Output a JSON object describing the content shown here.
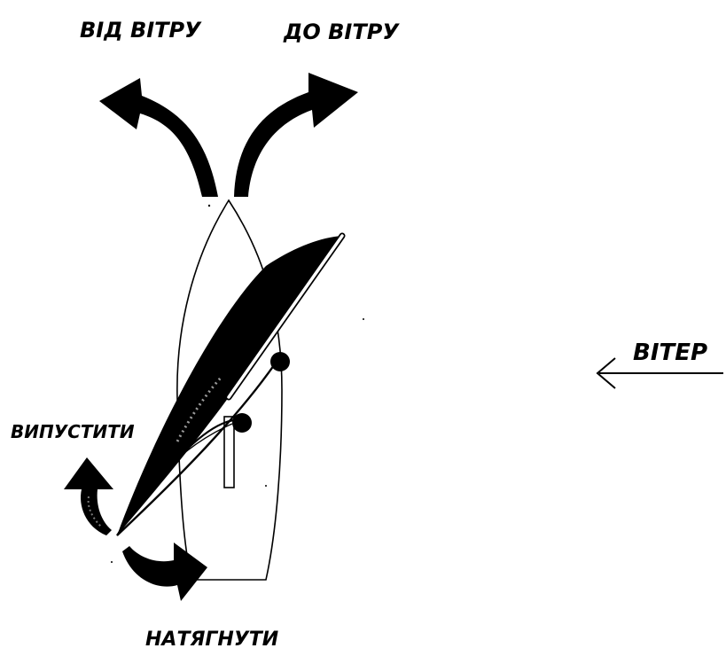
{
  "diagram": {
    "labels": {
      "away_from_wind": "ВІД ВІТРУ",
      "toward_wind": "ДО ВІТРУ",
      "ease_out": "ВИПУСТИТИ",
      "pull_in": "НАТЯГНУТИ",
      "wind": "ВІТЕР"
    },
    "colors": {
      "ink": "#000000",
      "paper": "#ffffff"
    },
    "icons": {
      "arrow_away": "curved-arrow-left-icon",
      "arrow_toward": "curved-arrow-right-icon",
      "arrow_ease": "curved-arrow-up-icon",
      "arrow_pull": "curved-arrow-right-icon",
      "wind_arrow": "arrow-left-icon"
    }
  }
}
